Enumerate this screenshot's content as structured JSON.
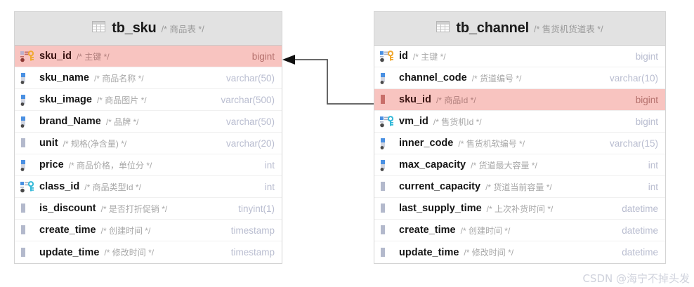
{
  "diagram": {
    "type": "er-diagram",
    "watermark": "CSDN @海宁不掉头发",
    "relationship": {
      "from_table": "tb_channel",
      "from_column": "sku_id",
      "to_table": "tb_sku",
      "to_column": "sku_id",
      "arrow_direction": "left"
    }
  },
  "tables": [
    {
      "name": "tb_sku",
      "comment": "/* 商品表 */",
      "icon": "table-grid-icon",
      "columns": [
        {
          "name": "sku_id",
          "comment": "/* 主键 */",
          "type": "bigint",
          "icon": "primary-key-icon",
          "highlighted": true
        },
        {
          "name": "sku_name",
          "comment": "/* 商品名称 */",
          "type": "varchar(50)",
          "icon": "column-not-null-icon",
          "highlighted": false
        },
        {
          "name": "sku_image",
          "comment": "/* 商品图片 */",
          "type": "varchar(500)",
          "icon": "column-not-null-icon",
          "highlighted": false
        },
        {
          "name": "brand_Name",
          "comment": "/* 品牌 */",
          "type": "varchar(50)",
          "icon": "column-not-null-icon",
          "highlighted": false
        },
        {
          "name": "unit",
          "comment": "/* 规格(净含量) */",
          "type": "varchar(20)",
          "icon": "column-icon",
          "highlighted": false
        },
        {
          "name": "price",
          "comment": "/* 商品价格，单位分 */",
          "type": "int",
          "icon": "column-not-null-icon",
          "highlighted": false
        },
        {
          "name": "class_id",
          "comment": "/* 商品类型Id */",
          "type": "int",
          "icon": "index-key-icon",
          "highlighted": false
        },
        {
          "name": "is_discount",
          "comment": "/* 是否打折促销 */",
          "type": "tinyint(1)",
          "icon": "column-icon",
          "highlighted": false
        },
        {
          "name": "create_time",
          "comment": "/* 创建时间 */",
          "type": "timestamp",
          "icon": "column-icon",
          "highlighted": false
        },
        {
          "name": "update_time",
          "comment": "/* 修改时间 */",
          "type": "timestamp",
          "icon": "column-icon",
          "highlighted": false
        }
      ]
    },
    {
      "name": "tb_channel",
      "comment": "/* 售货机货道表 */",
      "icon": "table-grid-icon",
      "columns": [
        {
          "name": "id",
          "comment": "/* 主键 */",
          "type": "bigint",
          "icon": "primary-key-icon",
          "highlighted": false
        },
        {
          "name": "channel_code",
          "comment": "/* 货道编号 */",
          "type": "varchar(10)",
          "icon": "column-not-null-icon",
          "highlighted": false
        },
        {
          "name": "sku_id",
          "comment": "/* 商品Id */",
          "type": "bigint",
          "icon": "column-icon",
          "highlighted": true
        },
        {
          "name": "vm_id",
          "comment": "/* 售货机Id */",
          "type": "bigint",
          "icon": "index-key-icon",
          "highlighted": false
        },
        {
          "name": "inner_code",
          "comment": "/* 售货机软编号 */",
          "type": "varchar(15)",
          "icon": "column-not-null-icon",
          "highlighted": false
        },
        {
          "name": "max_capacity",
          "comment": "/* 货道最大容量 */",
          "type": "int",
          "icon": "column-not-null-icon",
          "highlighted": false
        },
        {
          "name": "current_capacity",
          "comment": "/* 货道当前容量 */",
          "type": "int",
          "icon": "column-icon",
          "highlighted": false
        },
        {
          "name": "last_supply_time",
          "comment": "/* 上次补货时间 */",
          "type": "datetime",
          "icon": "column-icon",
          "highlighted": false
        },
        {
          "name": "create_time",
          "comment": "/* 创建时间 */",
          "type": "datetime",
          "icon": "column-icon",
          "highlighted": false
        },
        {
          "name": "update_time",
          "comment": "/* 修改时间 */",
          "type": "datetime",
          "icon": "column-icon",
          "highlighted": false
        }
      ]
    }
  ],
  "colors": {
    "highlight_row": "#f8c4c0",
    "header_bg": "#e2e2e2",
    "panel_border": "#d4d4d4",
    "type_text": "#b9bdd0",
    "comment_text": "#a8a8a8",
    "pk_key": "#f0a830",
    "index_key": "#35b9d8",
    "connector": "#555555"
  }
}
